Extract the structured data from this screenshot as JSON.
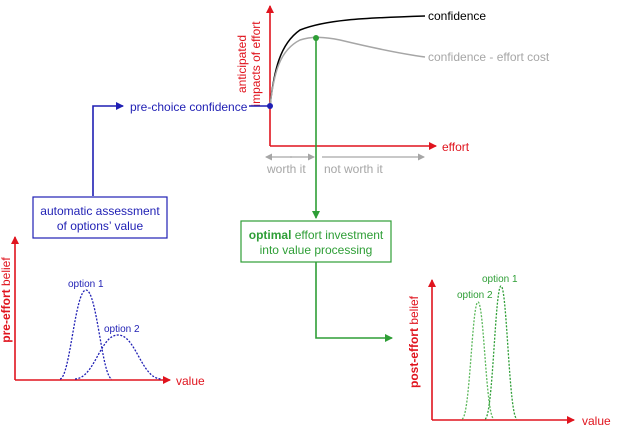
{
  "colors": {
    "blue": "#1f1fb4",
    "red": "#e0141e",
    "green": "#2e9e36",
    "gray": "#a6a6a6",
    "black": "#000000"
  },
  "effort_plot": {
    "ylabel_line1": "anticipated",
    "ylabel_line2": "impacts of effort",
    "xlabel": "effort",
    "series": [
      {
        "name": "confidence"
      },
      {
        "name": "confidence - effort cost"
      }
    ],
    "worth_it": "worth it",
    "not_worth_it": "not worth it"
  },
  "pre_choice_label": "pre-choice confidence",
  "assessment_box": {
    "line1": "automatic assessment",
    "line2": "of options’ value"
  },
  "optimal_box": {
    "bold": "optimal",
    "line1_rest": " effort investment",
    "line2": "into value processing"
  },
  "pre_plot": {
    "ylabel_bold": "pre-effort",
    "ylabel_rest": " belief",
    "xlabel": "value",
    "option1": "option 1",
    "option2": "option 2"
  },
  "post_plot": {
    "ylabel_bold": "post-effort",
    "ylabel_rest": " belief",
    "xlabel": "value",
    "option1": "option 1",
    "option2": "option 2"
  }
}
